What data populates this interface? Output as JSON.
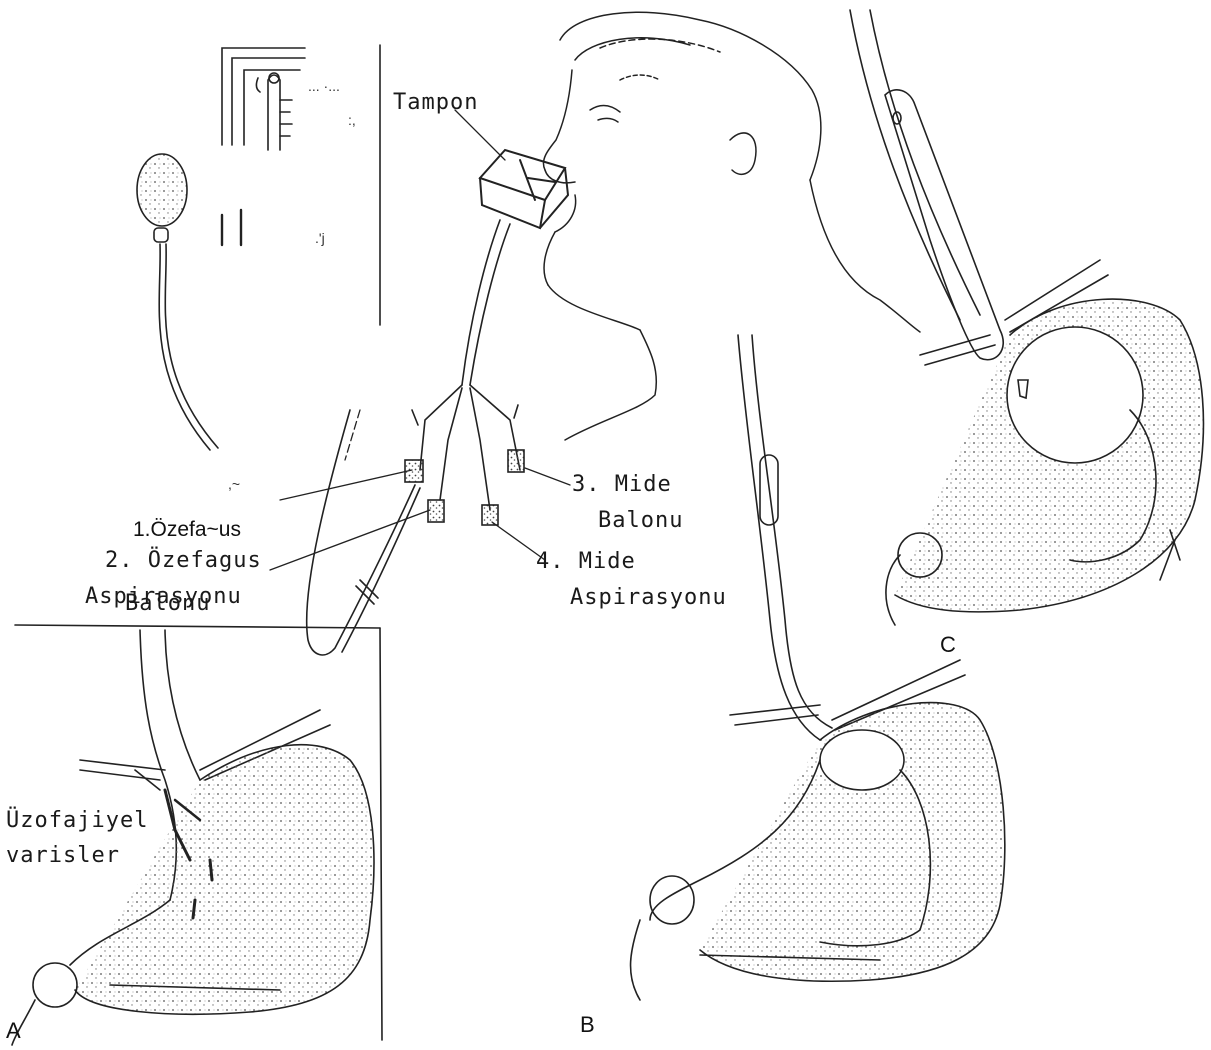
{
  "labels": {
    "tampon": "Tampon",
    "mide_balonu_1": "3. Mide",
    "mide_balonu_2": "Balonu",
    "mide_aspirasyonu_1": "4. Mide",
    "mide_aspirasyonu_2": "Aspirasyonu",
    "ozefagus_balonu_1": "1.Özefa~us",
    "ozefagus_balonu_2": "Balonu",
    "ozefagus_aspirasyonu_1": "2. Özefagus",
    "ozefagus_aspirasyonu_2": "Aspirasyonu",
    "ozofajiyel_1": "Üzofajiyel",
    "ozofajiyel_2": "varisler",
    "fig_a": "A",
    "fig_b": "B",
    "fig_c": "C",
    "gauge_mark_1": "... ·...",
    "gauge_mark_2": ":,",
    "gauge_mark_3": ".'j",
    "tilde_mark": ",~"
  }
}
